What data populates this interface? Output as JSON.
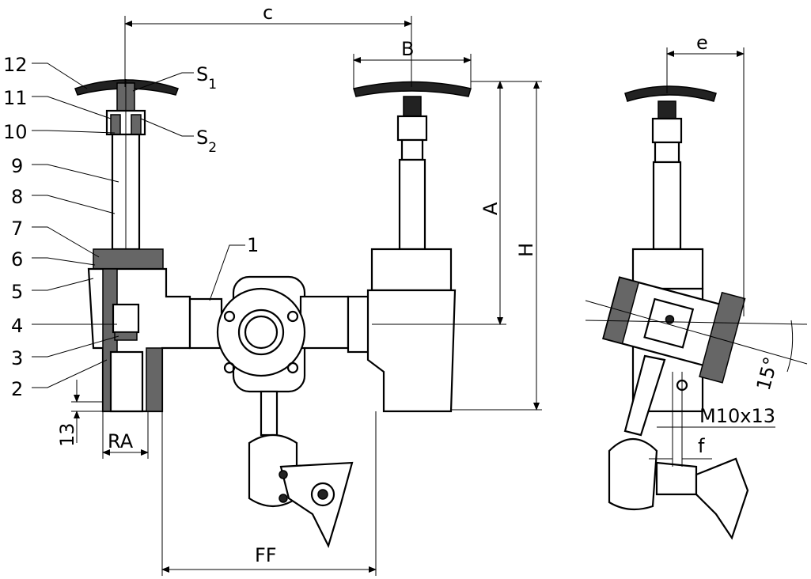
{
  "part_numbers": [
    "12",
    "11",
    "10",
    "9",
    "8",
    "7",
    "6",
    "5",
    "4",
    "3",
    "2",
    "1"
  ],
  "stem_labels": {
    "s1": "S",
    "s1_sub": "1",
    "s2": "S",
    "s2_sub": "2"
  },
  "dimensions": {
    "c": "c",
    "B": "B",
    "e": "e",
    "A": "A",
    "H": "H",
    "d13": "13",
    "RA": "RA",
    "FF": "FF",
    "M": "M10x13",
    "f": "f",
    "angle": "15°"
  }
}
